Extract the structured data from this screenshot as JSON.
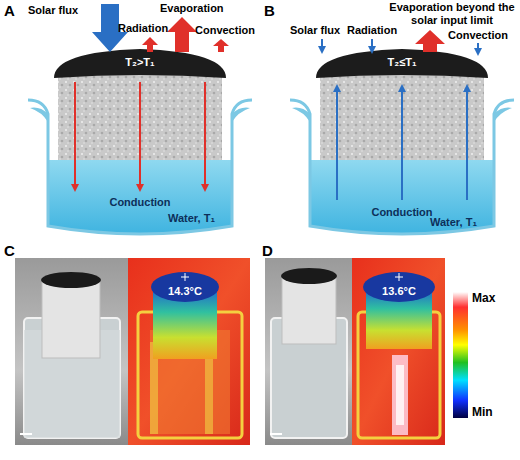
{
  "diagram": {
    "labels": [
      "A",
      "B",
      "C",
      "D",
      "Solar flux",
      "Radiation",
      "Evaporation",
      "Convection",
      "T₂>T₁",
      "Conduction",
      "Water, T₁",
      "Solar flux",
      "Radiation",
      "Evaporation beyond the solar input limit",
      "Convection",
      "T₂≤T₁",
      "Conduction",
      "Water, T₁",
      "14.3°C",
      "13.6°C",
      "Max",
      "Min"
    ]
  }
}
